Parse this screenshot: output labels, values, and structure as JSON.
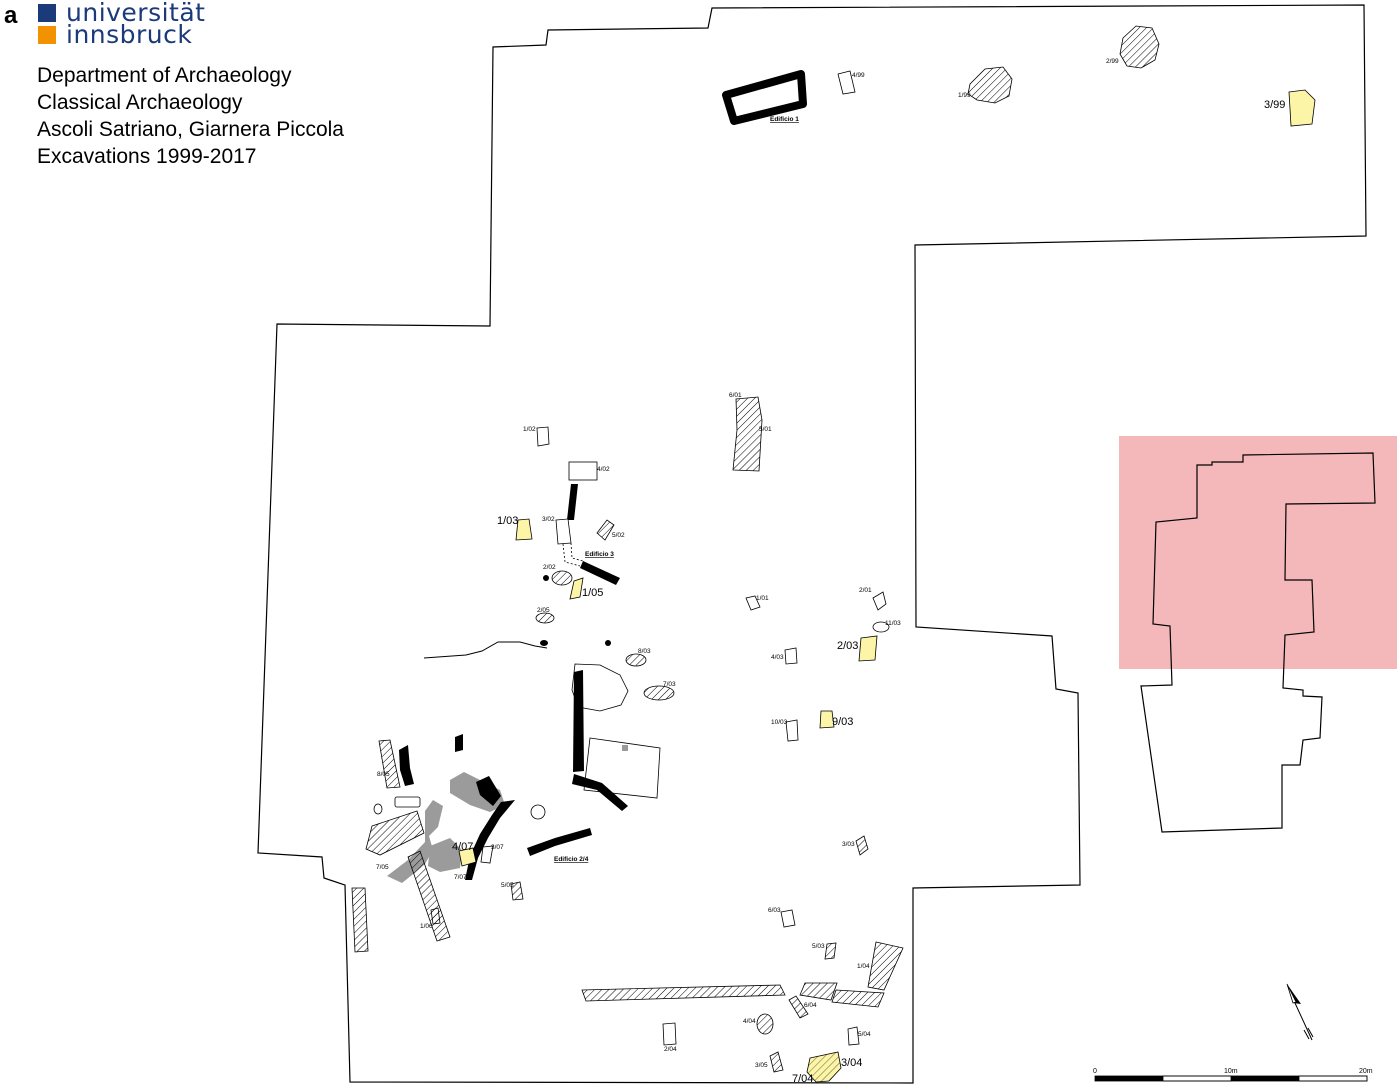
{
  "panel_letter": "a",
  "logo": {
    "line1": "universität",
    "line2": "innsbruck",
    "colors": {
      "primary": "#1b3a7a",
      "accent": "#f39200"
    }
  },
  "header_lines": [
    "Department of Archaeology",
    "Classical Archaeology",
    "Ascoli Satriano, Giarnera Piccola",
    "Excavations 1999-2017"
  ],
  "colors": {
    "highlight_fill": "#fcf4a6",
    "inset_fill": "#f4b8bb",
    "wall_fill": "#000000",
    "grey_fill": "#9b9b9b"
  },
  "building_labels": {
    "edificio_1": "Edificio 1",
    "edificio_3": "Edificio 3",
    "edificio_24": "Edificio 2/4"
  },
  "feature_labels": {
    "l_4_99": "4/99",
    "l_1_99": "1/99",
    "l_2_99": "2/99",
    "l_3_99": "3/99",
    "l_6_01": "6/01",
    "l_5_01": "5/01",
    "l_1_02": "1/02",
    "l_4_02": "4/02",
    "l_1_03": "1/03",
    "l_3_02": "3/02",
    "l_5_02": "5/02",
    "l_2_02": "2/02",
    "l_1_05": "1/05",
    "l_2_05": "2/05",
    "l_8_03": "8/03",
    "l_7_03": "7/03",
    "l_1_01": "1/01",
    "l_2_01": "2/01",
    "l_11_03": "11/03",
    "l_2_03": "2/03",
    "l_4_03": "4/03",
    "l_10_03": "10/03",
    "l_9_03": "9/03",
    "l_8_05": "8/05",
    "l_4_07": "4/07",
    "l_3_07": "3/07",
    "l_7_05": "7/05",
    "l_7_07": "7/07",
    "l_5_05": "5/05",
    "l_1_06": "1/06",
    "l_3_03": "3/03",
    "l_6_03": "6/03",
    "l_5_03": "5/03",
    "l_1_04": "1/04",
    "l_6_04": "6/04",
    "l_4_04": "4/04",
    "l_5_04": "5/04",
    "l_2_04": "2/04",
    "l_3_05": "3/05",
    "l_3_04": "3/04",
    "l_7_04": "7/04"
  },
  "scale_bar": {
    "label_0": "0",
    "label_10": "10m",
    "label_20": "20m"
  }
}
